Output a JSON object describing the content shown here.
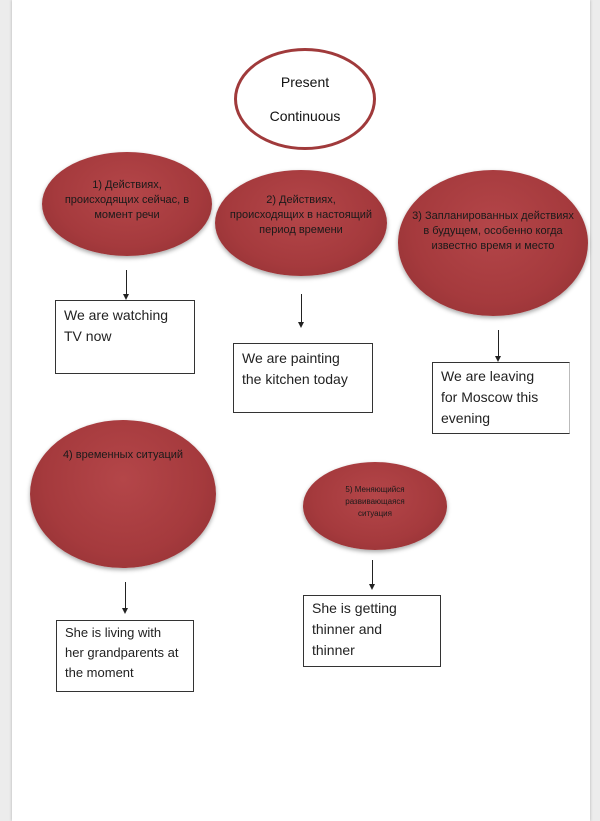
{
  "title": {
    "line1": "Present",
    "line2": "Continuous"
  },
  "colors": {
    "ellipse_fill": "#a53a3d",
    "title_border": "#a03a3b"
  },
  "nodes": [
    {
      "label": "1) Действиях, происходящих сейчас, в момент речи",
      "example": "We  are watching\nTV now"
    },
    {
      "label": "2)  Действиях, происходящих в настоящий период времени",
      "example": "We are painting\nthe kitchen today"
    },
    {
      "label": "3) Запланированных действиях в будущем, особенно когда известно время и место",
      "example": "We are  leaving\nfor Moscow this\nevening"
    },
    {
      "label": "4) временных ситуаций",
      "example": "She is living with\nher grandparents at\nthe moment"
    },
    {
      "label": "5) Меняющийся развивающаяся ситуация",
      "example": "She is getting\nthinner and\nthinner"
    }
  ]
}
